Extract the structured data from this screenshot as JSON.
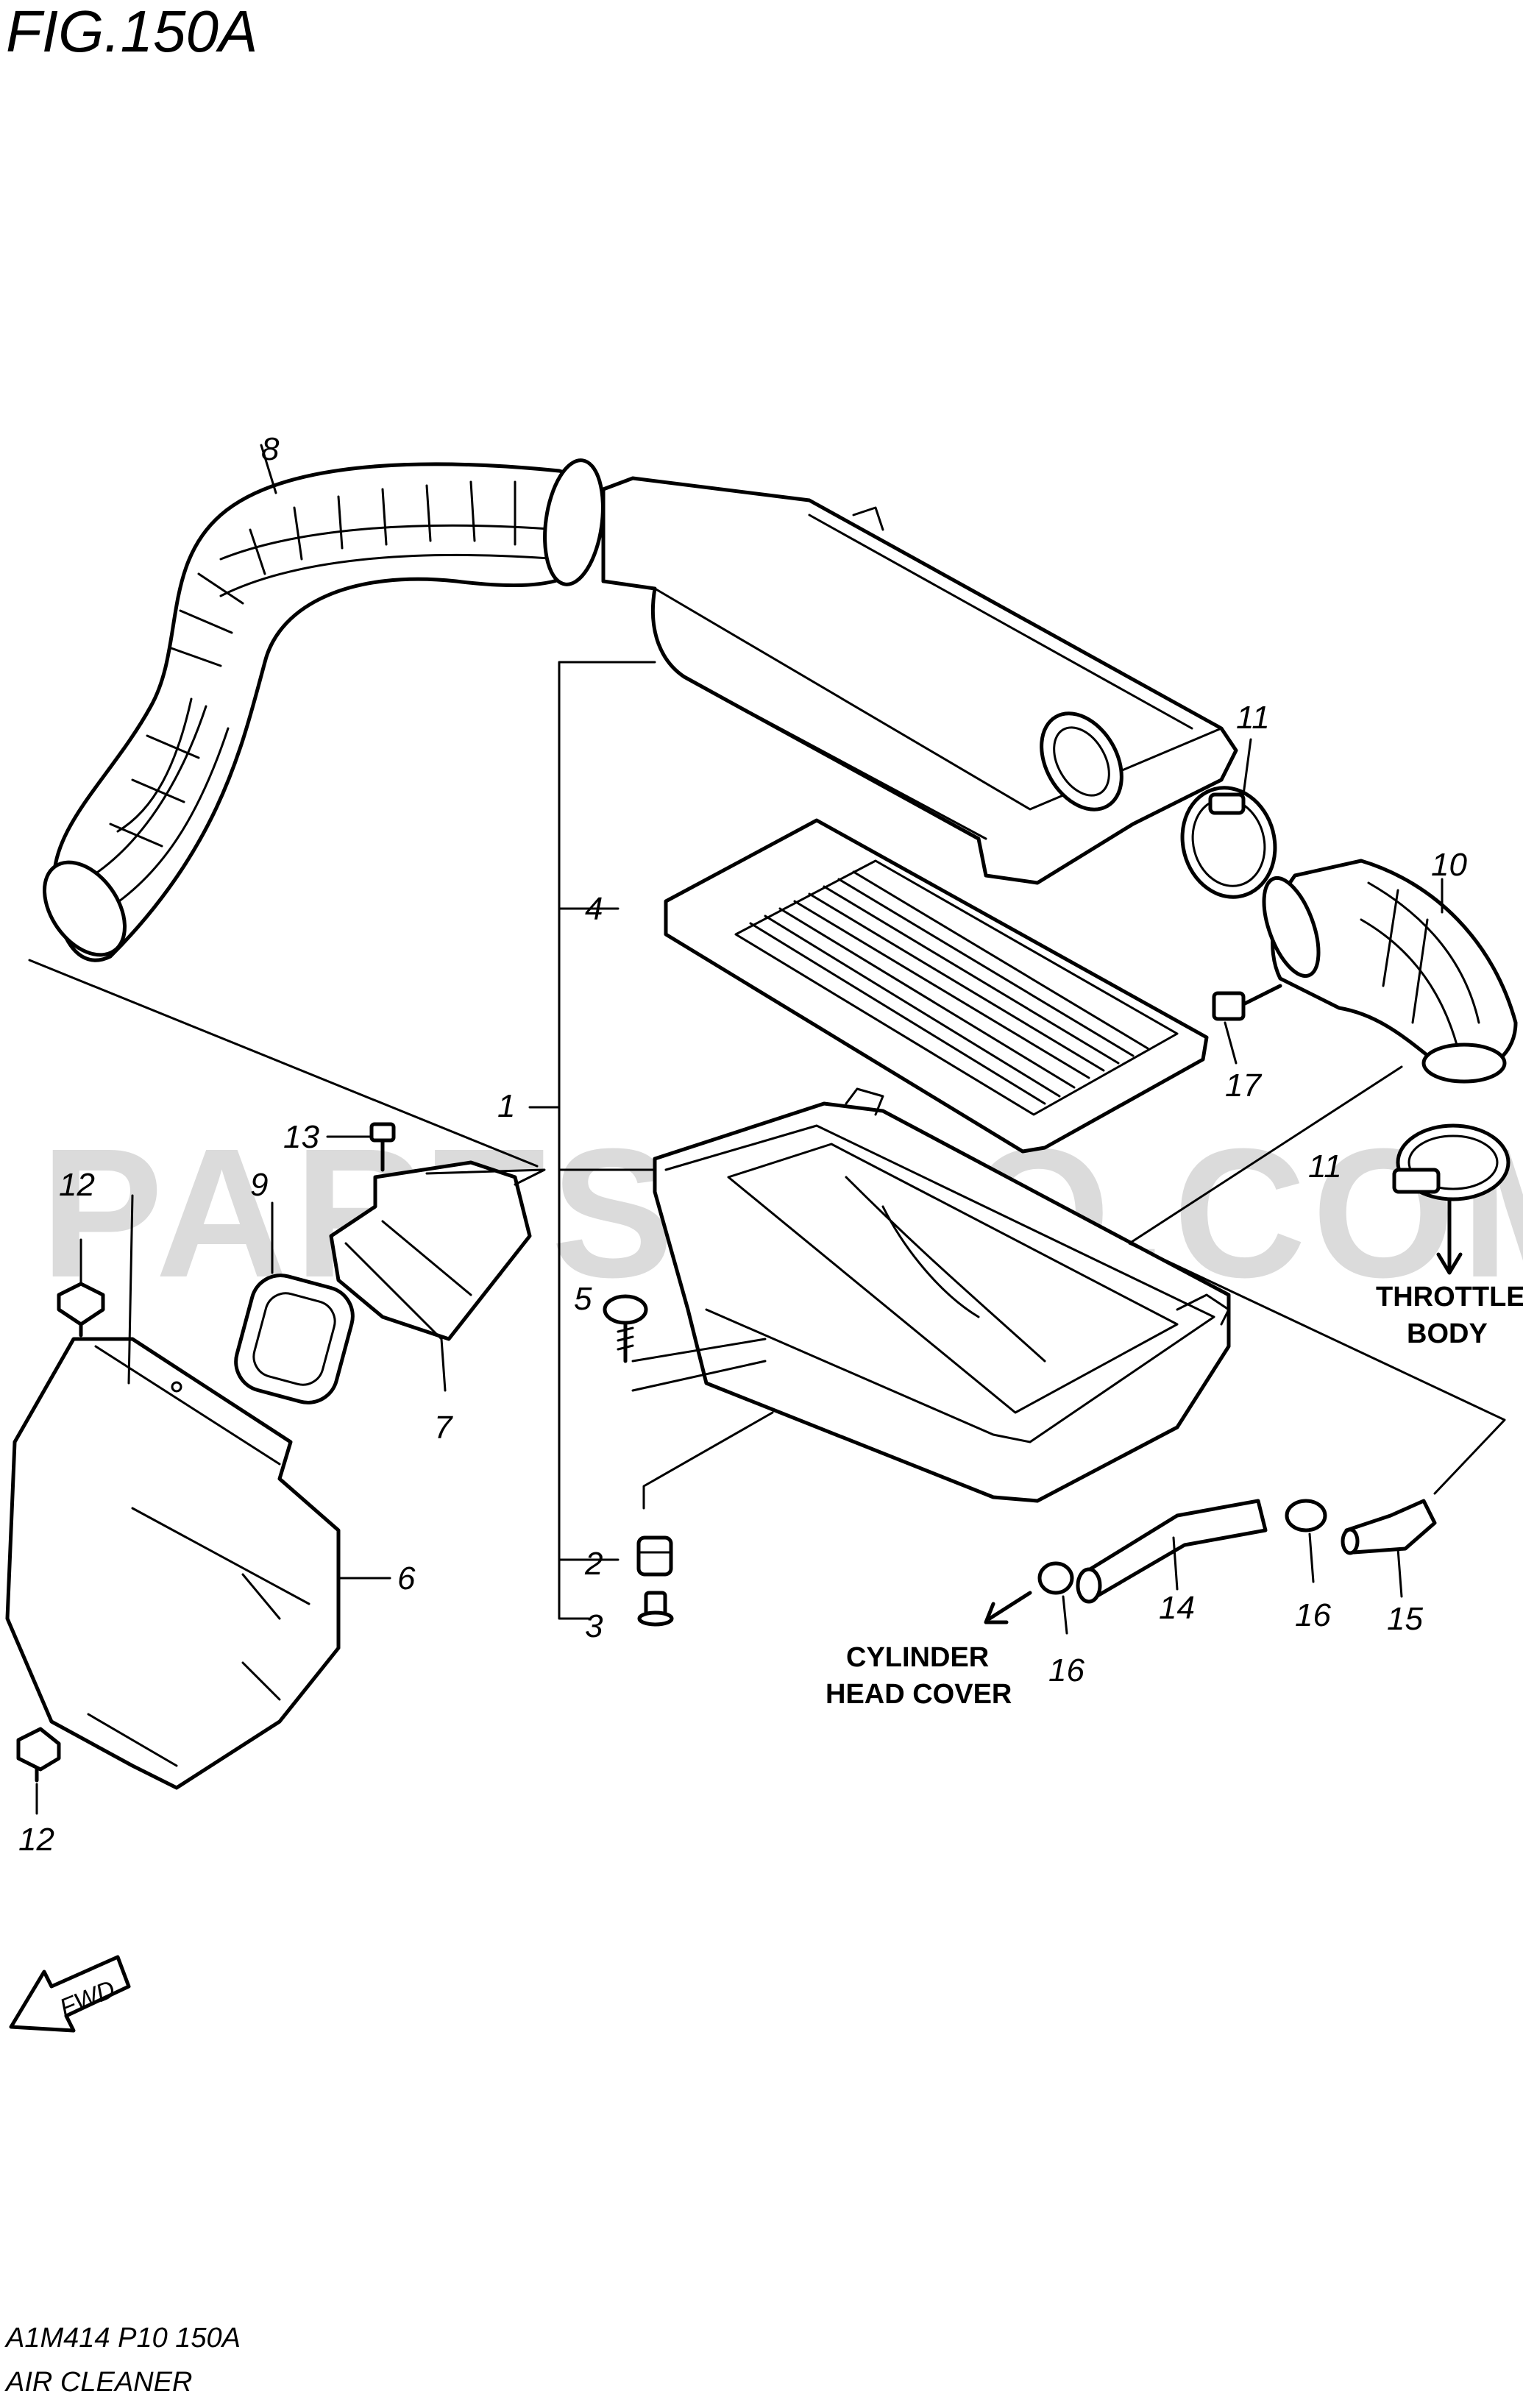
{
  "figure": {
    "title": "FIG.150A"
  },
  "watermark": "PARTSOUQ.COM",
  "callouts": [
    "1",
    "2",
    "3",
    "4",
    "5",
    "6",
    "7",
    "8",
    "9",
    "10",
    "11",
    "11",
    "12",
    "12",
    "13",
    "14",
    "15",
    "16",
    "16",
    "17"
  ],
  "destinations": {
    "throttle_line1": "THROTTLE",
    "throttle_line2": "BODY",
    "cylinder_line1": "CYLINDER",
    "cylinder_line2": "HEAD COVER"
  },
  "fwd_label": "FWD",
  "footer": {
    "code": "A1M414 P10 150A",
    "name": "AIR CLEANER"
  }
}
